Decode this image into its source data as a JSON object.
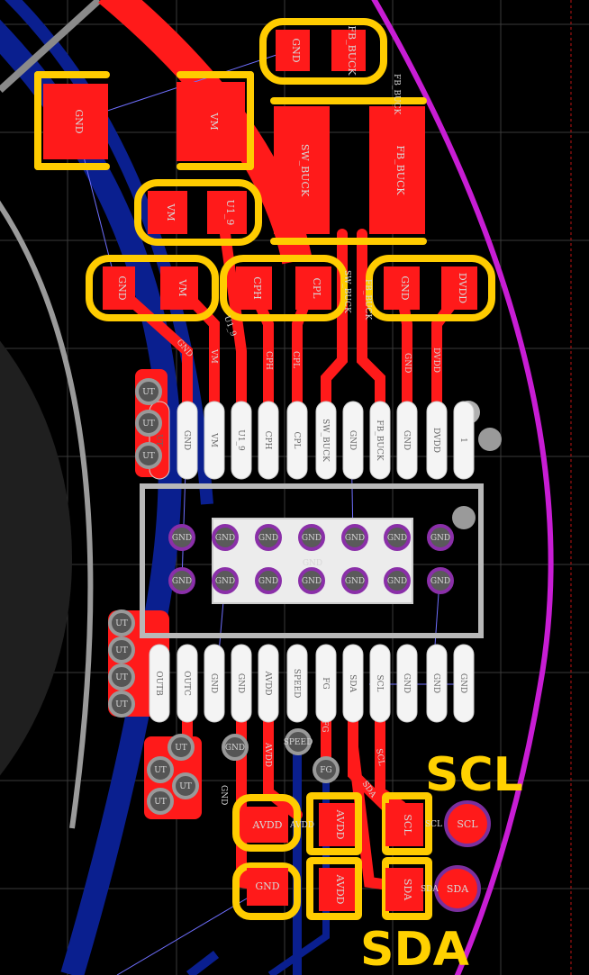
{
  "colors": {
    "background": "#000000",
    "copper": "#ff1a1a",
    "silkscreen": "#ffcc00",
    "bottom_copper": "#0a1f8f",
    "board_outline": "#c81dd4",
    "mask_outline": "#b8b8b8",
    "via": "#555555",
    "via_ring": "#7a2f9e",
    "ratsnest": "#6f6fff"
  },
  "silk_labels": {
    "scl": "SCL",
    "sda": "SDA"
  },
  "smd_pads": {
    "gnd_top": "GND",
    "fb_buck_top": "FB_BUCK",
    "gnd_left": "GND",
    "vm_big": "VM",
    "sw_buck_big": "SW_BUCK",
    "fb_buck_big": "FB_BUCK",
    "vm_mid": "VM",
    "u1_9_mid": "U1_9",
    "gnd_row": "GND",
    "vm_row": "VM",
    "cph_row": "CPH",
    "cpl_row": "CPL",
    "gnd_row2": "GND",
    "dvdd_row": "DVDD",
    "avdd_bot": "AVDD",
    "avdd_r1": "AVDD",
    "scl_bot": "SCL",
    "gnd_bot": "GND",
    "avdd_r2": "AVDD",
    "sda_bot": "SDA"
  },
  "net_labels": {
    "sw_buck_v": "SW_BUCK",
    "fb_buck_v": "FB_BUCK",
    "fb_buck_v2": "FB_BUCK",
    "u1_9_v": "U1_9",
    "gnd_trace": "GND",
    "vm_trace": "VM",
    "cph_trace": "CPH",
    "cpl_trace": "CPL",
    "gnd_trace2": "GND",
    "dvdd_trace": "DVDD",
    "avdd_trace": "AVDD",
    "gnd_trace3": "GND",
    "fg_trace": "FG",
    "scl_trace": "SCL",
    "sda_trace": "SDA",
    "avdd_h": "AVDD",
    "scl_h": "SCL",
    "sda_h": "SDA"
  },
  "ic_top_pins": [
    "UT",
    "GND",
    "VM",
    "U1_9",
    "CPH",
    "CPL",
    "SW_BUCK",
    "GND",
    "FB_BUCK",
    "GND",
    "DVDD",
    "1"
  ],
  "ic_bottom_pins": [
    "OUTB",
    "OUTC",
    "GND",
    "GND",
    "AVDD",
    "SPEED",
    "FG",
    "SDA",
    "SCL",
    "GND",
    "GND",
    "GND"
  ],
  "thermal_pad_label": "GND",
  "thermal_vias_row1": [
    "GND",
    "GND",
    "GND",
    "GND",
    "GND",
    "GND",
    "GND"
  ],
  "thermal_vias_row2": [
    "GND",
    "GND",
    "GND",
    "GND",
    "GND",
    "GND",
    "GND"
  ],
  "vias": {
    "ut_a": "UT",
    "ut_b": "UT",
    "ut_c": "UT",
    "ut_d": "UT",
    "ut_e": "UT",
    "ut_f": "UT",
    "ut_g": "UT",
    "ut_h": "UT",
    "ut_i": "UT",
    "ut_j": "UT",
    "ut_k": "UT",
    "gnd_v": "GND",
    "speed_v": "SPEED",
    "fg_v": "FG",
    "scl_tp": "SCL",
    "sda_tp": "SDA"
  }
}
